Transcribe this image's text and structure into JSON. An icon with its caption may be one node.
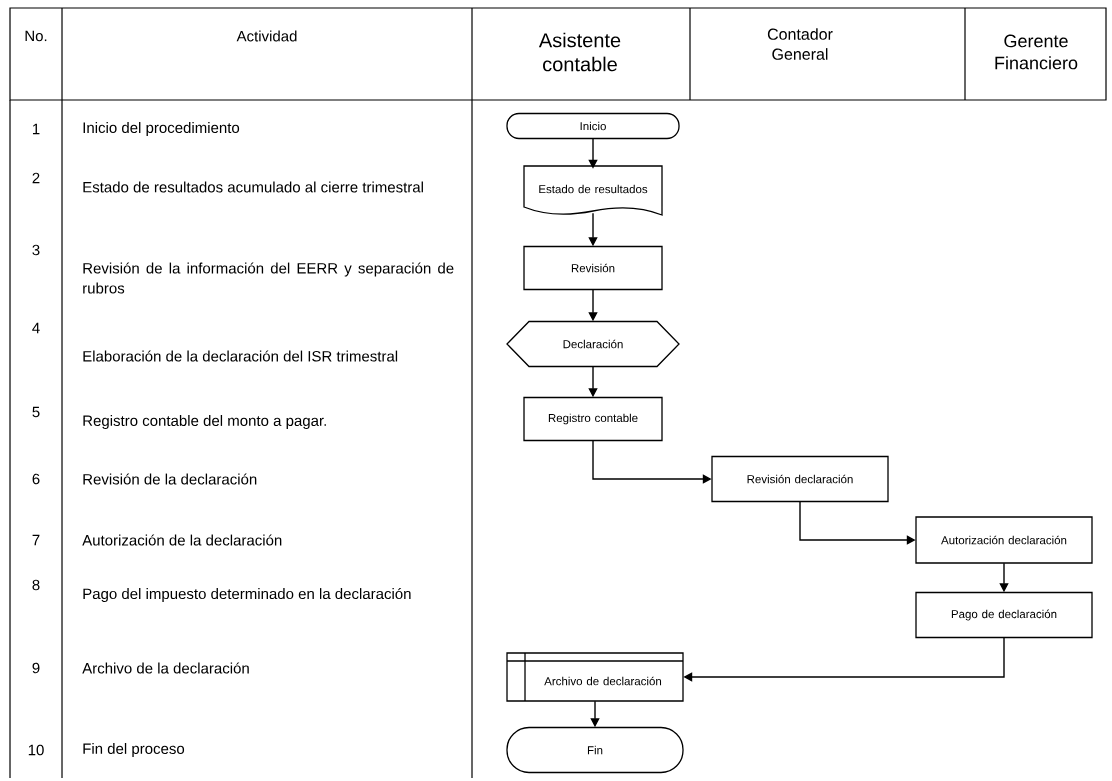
{
  "diagram": {
    "nodes": [
      {
        "text": [
          "Inicio"
        ]
      },
      {
        "text": [
          "Estado de resultados"
        ]
      },
      {
        "text": [
          "Revisión"
        ]
      },
      {
        "text": [
          "Declaración"
        ]
      },
      {
        "text": [
          "Registro contable"
        ]
      },
      {
        "text": [
          "Revisión declaración"
        ]
      },
      {
        "text": [
          "Autorización declaración"
        ]
      },
      {
        "text": [
          "Pago de declaración"
        ]
      },
      {
        "text": [
          "Archivo de declaración"
        ]
      },
      {
        "text": [
          "Fin"
        ]
      }
    ],
    "edges": [
      {
        "from": 0,
        "to": 1,
        "arrow": "to"
      },
      {
        "from": 1,
        "to": 2,
        "arrow": "to"
      },
      {
        "from": 2,
        "to": 3,
        "arrow": "to"
      },
      {
        "from": 3,
        "to": 4,
        "arrow": "to"
      },
      {
        "from": 4,
        "to": 5,
        "arrow": "to"
      },
      {
        "from": 5,
        "to": 6,
        "arrow": "to"
      },
      {
        "from": 6,
        "to": 7,
        "arrow": "to"
      },
      {
        "from": 7,
        "to": 8,
        "arrow": "to"
      },
      {
        "from": 8,
        "to": 9,
        "arrow": "to"
      }
    ],
    "labels": [
      "No.",
      "Actividad",
      "Asistente contable",
      "Contador General",
      "Gerente Financiero",
      "1",
      "Inicio del procedimiento",
      "2",
      "Estado de resultados acumulado al cierre trimestral",
      "3",
      "Revisión de la información del EERR y separación de rubros",
      "4",
      "Elaboración de la declaración del ISR trimestral",
      "5",
      "Registro contable del monto a pagar.",
      "6",
      "Revisión de la declaración",
      "7",
      "Autorización de la declaración",
      "8",
      "Pago del impuesto determinado en la declaración",
      "9",
      "Archivo de la declaración",
      "10",
      "Fin del proceso"
    ]
  }
}
